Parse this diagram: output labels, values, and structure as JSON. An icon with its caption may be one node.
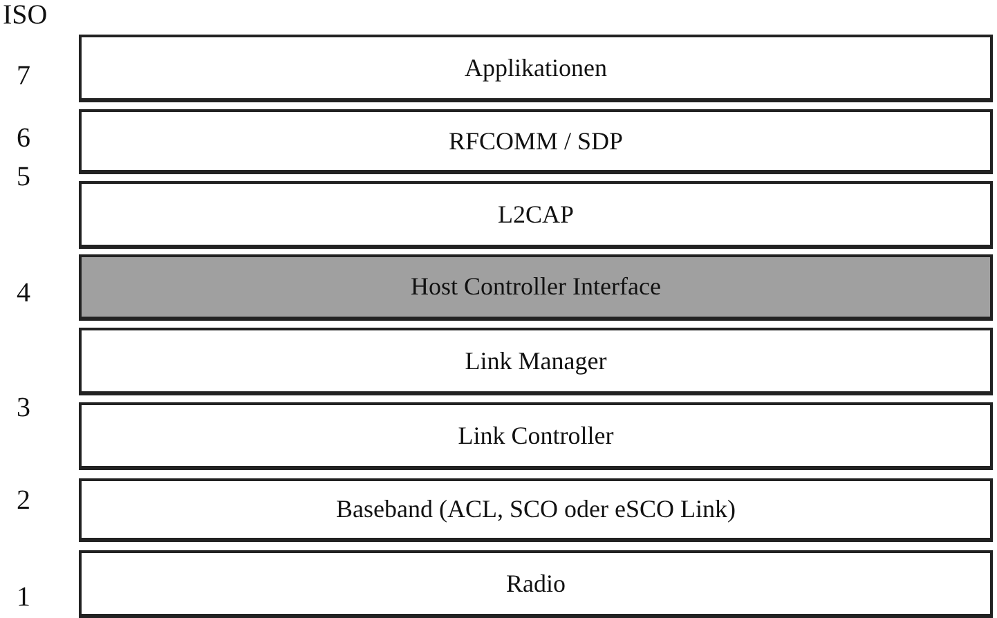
{
  "diagram": {
    "nodes": [
      {
        "text": [
          "Applikationen"
        ]
      },
      {
        "text": [
          "RFCOMM / SDP"
        ]
      },
      {
        "text": [
          "L2CAP"
        ]
      },
      {
        "text": [
          "Host Controller Interface"
        ]
      },
      {
        "text": [
          "Link Manager"
        ]
      },
      {
        "text": [
          "Link Controller"
        ]
      },
      {
        "text": [
          "Baseband (ACL, SCO oder eSCO Link)"
        ]
      },
      {
        "text": [
          "Radio"
        ]
      }
    ],
    "labels": [
      "ISO",
      "7",
      "6",
      "5",
      "4",
      "3",
      "2",
      "1"
    ]
  }
}
